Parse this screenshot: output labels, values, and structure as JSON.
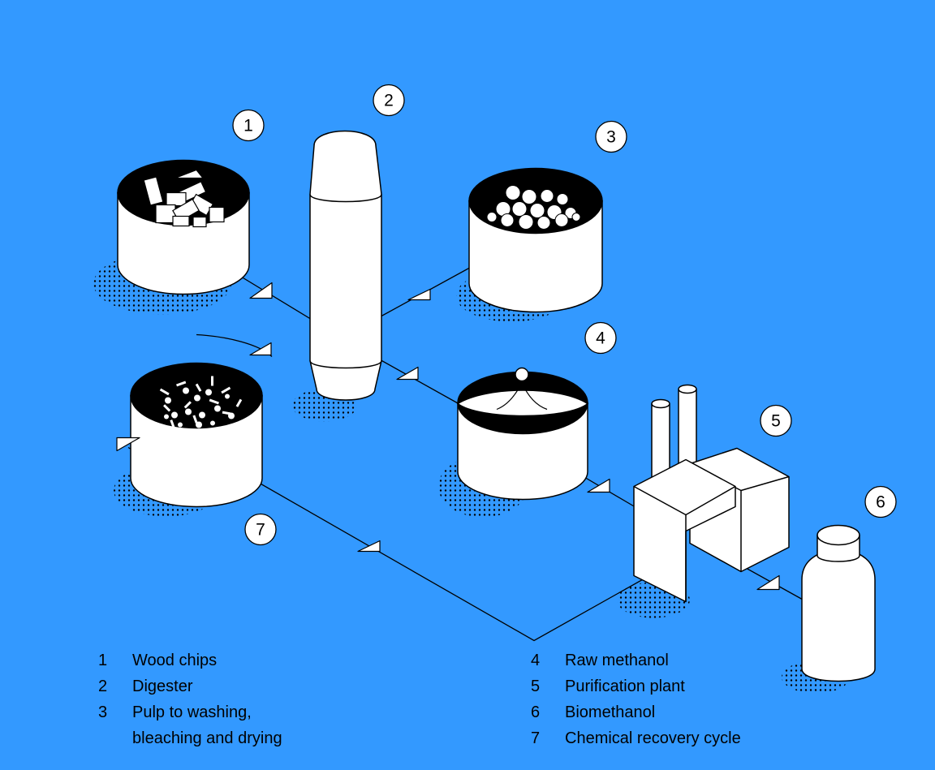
{
  "markers": [
    "1",
    "2",
    "3",
    "4",
    "5",
    "6",
    "7"
  ],
  "legend": {
    "left": [
      {
        "num": "1",
        "label": "Wood chips"
      },
      {
        "num": "2",
        "label": "Digester"
      },
      {
        "num": "3",
        "label": "Pulp to washing,\nbleaching and drying"
      }
    ],
    "right": [
      {
        "num": "4",
        "label": "Raw methanol"
      },
      {
        "num": "5",
        "label": "Purification plant"
      },
      {
        "num": "6",
        "label": "Biomethanol"
      },
      {
        "num": "7",
        "label": "Chemical recovery cycle"
      }
    ]
  },
  "colors": {
    "background": "#3399ff",
    "fill": "#ffffff",
    "ink": "#000000"
  }
}
